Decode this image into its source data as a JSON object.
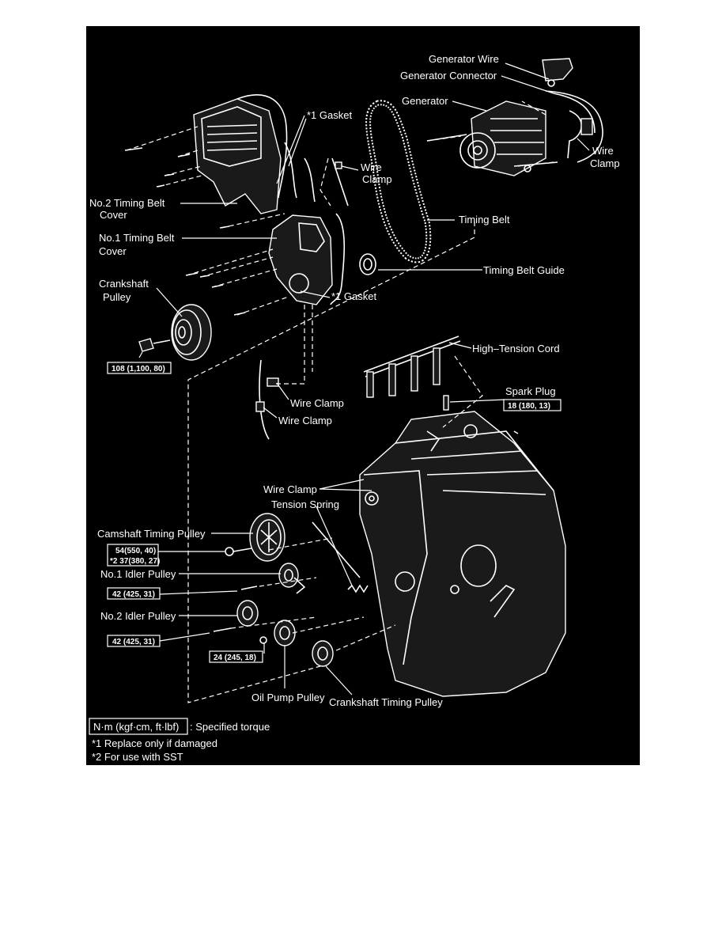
{
  "labels": {
    "generator_wire": "Generator Wire",
    "generator_connector": "Generator Connector",
    "generator": "Generator",
    "gasket_top": "*1 Gasket",
    "wire_clamp_generator": [
      "Wire",
      "Clamp"
    ],
    "wire_clamp_upper": [
      "Wire",
      "Clamp"
    ],
    "no2_timing_belt_cover": [
      "No.2 Timing Belt",
      "Cover"
    ],
    "no1_timing_belt_cover": [
      "No.1 Timing Belt",
      "Cover"
    ],
    "timing_belt": "Timing Belt",
    "timing_belt_guide": "Timing Belt Guide",
    "crankshaft_pulley": [
      "Crankshaft",
      "Pulley"
    ],
    "gasket_lower": "*1 Gasket",
    "high_tension_cord": "High–Tension Cord",
    "spark_plug": "Spark Plug",
    "wire_clamp_1": "Wire Clamp",
    "wire_clamp_2": "Wire Clamp",
    "wire_clamp_engine": "Wire Clamp",
    "tension_spring": "Tension Spring",
    "camshaft_timing_pulley": "Camshaft Timing Pulley",
    "no1_idler_pulley": "No.1 Idler Pulley",
    "no2_idler_pulley": "No.2 Idler Pulley",
    "oil_pump_pulley": "Oil Pump Pulley",
    "crankshaft_timing_pulley": "Crankshaft Timing Pulley"
  },
  "torques": {
    "crankshaft_pulley_bolt": "108 (1,100, 80)",
    "spark_plug": "18 (180, 13)",
    "camshaft_pulley": [
      "54(550, 40)",
      "*2 37(380, 27)"
    ],
    "no1_idler": "42 (425, 31)",
    "no2_idler": "42 (425, 31)",
    "oil_pump": "24 (245, 18)"
  },
  "legend": {
    "unit_box": "N·m (kgf·cm, ft·lbf)",
    "unit_text": ": Specified torque",
    "note1": "*1 Replace only if damaged",
    "note2": "*2 For use with SST"
  }
}
